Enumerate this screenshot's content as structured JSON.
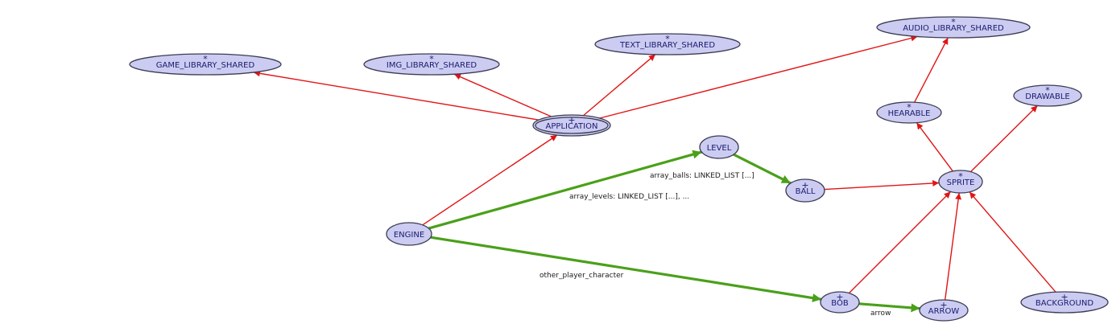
{
  "diagram": {
    "nodes": [
      {
        "id": "game_library_shared",
        "label": "GAME_LIBRARY_SHARED",
        "marker": "*"
      },
      {
        "id": "img_library_shared",
        "label": "IMG_LIBRARY_SHARED",
        "marker": "*"
      },
      {
        "id": "text_library_shared",
        "label": "TEXT_LIBRARY_SHARED",
        "marker": "*"
      },
      {
        "id": "audio_library_shared",
        "label": "AUDIO_LIBRARY_SHARED",
        "marker": "*"
      },
      {
        "id": "application",
        "label": "APPLICATION",
        "marker": "+",
        "root": true
      },
      {
        "id": "hearable",
        "label": "HEARABLE",
        "marker": "*"
      },
      {
        "id": "drawable",
        "label": "DRAWABLE",
        "marker": "*"
      },
      {
        "id": "level",
        "label": "LEVEL",
        "marker": ""
      },
      {
        "id": "ball",
        "label": "BALL",
        "marker": "+"
      },
      {
        "id": "sprite",
        "label": "SPRITE",
        "marker": "*"
      },
      {
        "id": "engine",
        "label": "ENGINE",
        "marker": ""
      },
      {
        "id": "bob",
        "label": "BOB",
        "marker": "+"
      },
      {
        "id": "arrow",
        "label": "ARROW",
        "marker": "+"
      },
      {
        "id": "background",
        "label": "BACKGROUND",
        "marker": "+"
      }
    ],
    "inheritance_edges": [
      {
        "from": "application",
        "to": "game_library_shared"
      },
      {
        "from": "application",
        "to": "img_library_shared"
      },
      {
        "from": "application",
        "to": "text_library_shared"
      },
      {
        "from": "application",
        "to": "audio_library_shared"
      },
      {
        "from": "engine",
        "to": "application"
      },
      {
        "from": "hearable",
        "to": "audio_library_shared"
      },
      {
        "from": "sprite",
        "to": "hearable"
      },
      {
        "from": "sprite",
        "to": "drawable"
      },
      {
        "from": "ball",
        "to": "sprite"
      },
      {
        "from": "bob",
        "to": "sprite"
      },
      {
        "from": "arrow",
        "to": "sprite"
      },
      {
        "from": "background",
        "to": "sprite"
      }
    ],
    "client_edges": [
      {
        "from": "engine",
        "to": "level",
        "label": "array_levels: LINKED_LIST [...], ..."
      },
      {
        "from": "level",
        "to": "ball",
        "label": "array_balls: LINKED_LIST [...]"
      },
      {
        "from": "engine",
        "to": "bob",
        "label": "other_player_character"
      },
      {
        "from": "bob",
        "to": "arrow",
        "label": "arrow"
      }
    ],
    "colors": {
      "node_fill": "#ccccf2",
      "node_stroke": "#3c3c54",
      "inheritance": "#e01515",
      "client": "#4aa01a",
      "text": "#1a1a6e"
    }
  }
}
